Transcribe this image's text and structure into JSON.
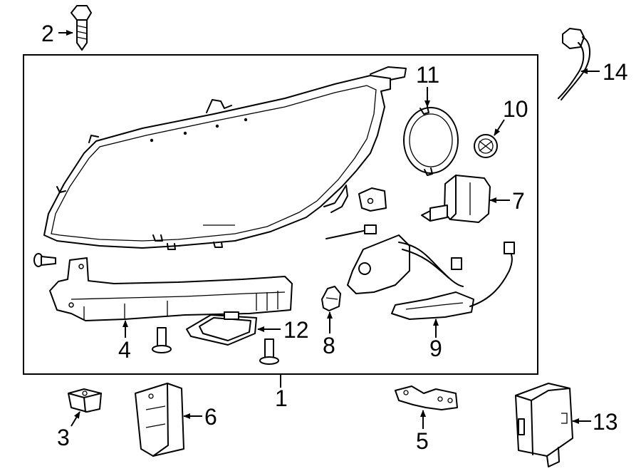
{
  "diagram": {
    "callouts": [
      "1",
      "2",
      "3",
      "4",
      "5",
      "6",
      "7",
      "8",
      "9",
      "10",
      "11",
      "12",
      "13",
      "14"
    ],
    "parts": {
      "assembly_frame": "headlamp-assembly",
      "p2": "bolt",
      "p3": "clip",
      "p4": "bracket",
      "p5": "bracket",
      "p6": "control-module",
      "p7": "bulb",
      "p8": "bulb",
      "p9": "wire-harness",
      "p10": "bulb-socket",
      "p11": "cover",
      "p12": "ballast",
      "p13": "control-module",
      "p14": "wire-harness"
    }
  }
}
